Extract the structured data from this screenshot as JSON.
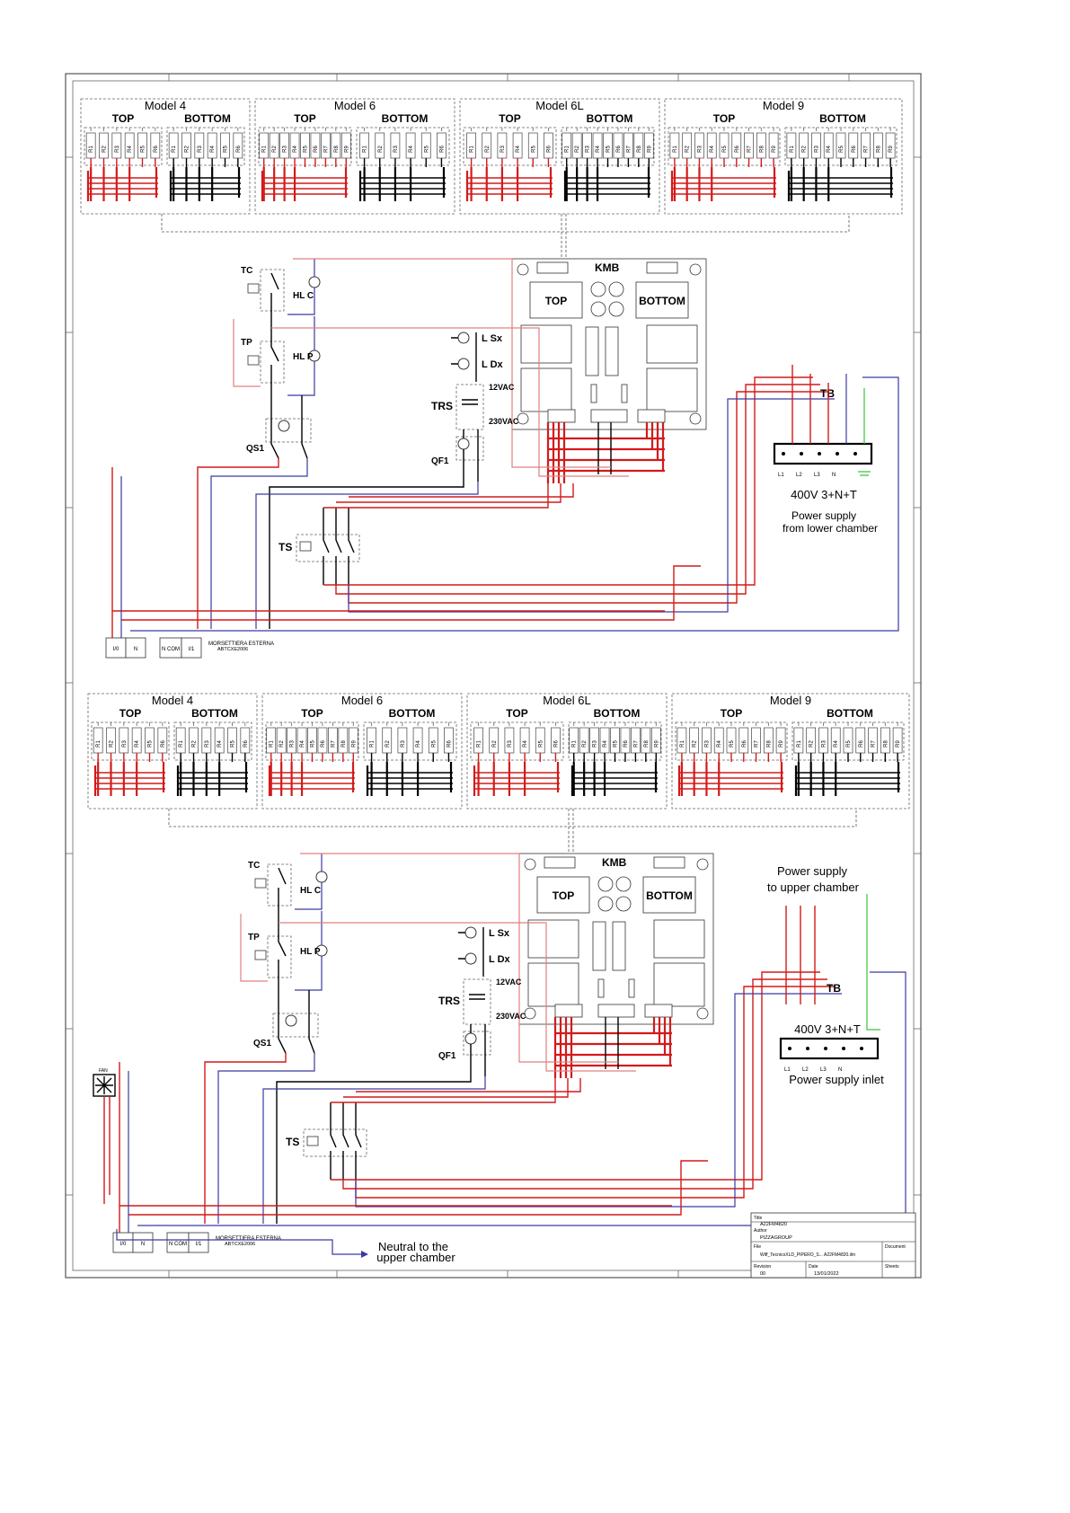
{
  "upper": {
    "models": [
      {
        "title": "Model 4",
        "top": "TOP",
        "bottom": "BOTTOM",
        "top_res": [
          "R1",
          "R2",
          "R3",
          "R4",
          "R5",
          "R6"
        ],
        "bottom_res": [
          "R1",
          "R2",
          "R3",
          "R4",
          "R5",
          "R6"
        ]
      },
      {
        "title": "Model 6",
        "top": "TOP",
        "bottom": "BOTTOM",
        "top_res": [
          "R1",
          "R2",
          "R3",
          "R4",
          "R5",
          "R6",
          "R7",
          "R8",
          "R9"
        ],
        "bottom_res": [
          "R1",
          "R2",
          "R3",
          "R4",
          "R5",
          "R6"
        ]
      },
      {
        "title": "Model 6L",
        "top": "TOP",
        "bottom": "BOTTOM",
        "top_res": [
          "R1",
          "R2",
          "R3",
          "R4",
          "R5",
          "R6"
        ],
        "bottom_res": [
          "R1",
          "R2",
          "R3",
          "R4",
          "R5",
          "R6",
          "R7",
          "R8",
          "R9"
        ]
      },
      {
        "title": "Model 9",
        "top": "TOP",
        "bottom": "BOTTOM",
        "top_res": [
          "R1",
          "R2",
          "R3",
          "R4",
          "R5",
          "R6",
          "R7",
          "R8",
          "R9"
        ],
        "bottom_res": [
          "R1",
          "R2",
          "R3",
          "R4",
          "R5",
          "R6",
          "R7",
          "R8",
          "R9"
        ]
      }
    ],
    "kmb": {
      "title": "KMB",
      "top": "TOP",
      "bottom": "BOTTOM"
    },
    "components": {
      "tc": "TC",
      "hlc": "HL C",
      "tp": "TP",
      "hlp": "HL P",
      "lsx": "L Sx",
      "ldx": "L Dx",
      "trs": "TRS",
      "v12": "12VAC",
      "v230": "230VAC",
      "qs1": "QS1",
      "qf1": "QF1",
      "ts": "TS",
      "tb": "TB"
    },
    "supply": {
      "voltage": "400V 3+N+T",
      "line1": "Power supply",
      "line2": "from lower chamber",
      "phases": [
        "L1",
        "L2",
        "L3",
        "N"
      ]
    },
    "terminal": {
      "cells": [
        "I/0",
        "N",
        "N COM",
        "I/1"
      ],
      "label1": "MORSETTIERA ESTERNA",
      "label2": "ABTCXE2006"
    }
  },
  "lower": {
    "models": [
      {
        "title": "Model 4",
        "top": "TOP",
        "bottom": "BOTTOM",
        "top_res": [
          "R1",
          "R2",
          "R3",
          "R4",
          "R5",
          "R6"
        ],
        "bottom_res": [
          "R1",
          "R2",
          "R3",
          "R4",
          "R5",
          "R6"
        ]
      },
      {
        "title": "Model 6",
        "top": "TOP",
        "bottom": "BOTTOM",
        "top_res": [
          "R1",
          "R2",
          "R3",
          "R4",
          "R5",
          "R6",
          "R7",
          "R8",
          "R9"
        ],
        "bottom_res": [
          "R1",
          "R2",
          "R3",
          "R4",
          "R5",
          "R6"
        ]
      },
      {
        "title": "Model 6L",
        "top": "TOP",
        "bottom": "BOTTOM",
        "top_res": [
          "R1",
          "R2",
          "R3",
          "R4",
          "R5",
          "R6"
        ],
        "bottom_res": [
          "R1",
          "R2",
          "R3",
          "R4",
          "R5",
          "R6",
          "R7",
          "R8",
          "R9"
        ]
      },
      {
        "title": "Model 9",
        "top": "TOP",
        "bottom": "BOTTOM",
        "top_res": [
          "R1",
          "R2",
          "R3",
          "R4",
          "R5",
          "R6",
          "R7",
          "R8",
          "R9"
        ],
        "bottom_res": [
          "R1",
          "R2",
          "R3",
          "R4",
          "R5",
          "R6",
          "R7",
          "R8",
          "R9"
        ]
      }
    ],
    "kmb": {
      "title": "KMB",
      "top": "TOP",
      "bottom": "BOTTOM"
    },
    "components": {
      "tc": "TC",
      "hlc": "HL C",
      "tp": "TP",
      "hlp": "HL P",
      "lsx": "L Sx",
      "ldx": "L Dx",
      "trs": "TRS",
      "v12": "12VAC",
      "v230": "230VAC",
      "qs1": "QS1",
      "qf1": "QF1",
      "ts": "TS",
      "tb": "TB",
      "fan": "FAN"
    },
    "supply": {
      "voltage": "400V 3+N+T",
      "inlet": "Power supply inlet",
      "upper_line1": "Power supply",
      "upper_line2": "to upper chamber",
      "phases": [
        "L1",
        "L2",
        "L3",
        "N"
      ]
    },
    "terminal": {
      "cells": [
        "I/0",
        "N",
        "N COM",
        "I/1"
      ],
      "label1": "MORSETTIERA ESTERNA",
      "label2": "ABTCXE2006"
    },
    "neutral_line1": "Neutral to the",
    "neutral_line2": "upper chamber"
  },
  "title_block": {
    "title_label": "Title",
    "title_value": "A22FM4820",
    "author_label": "Author",
    "author_value": "PIZZAGROUP",
    "file_label": "File",
    "file_value": "Wiff_TecnicoXLD_PIPERO_S... A22FM4820.ilm",
    "document_label": "Document",
    "revision_label": "Revision",
    "revision_value": "00",
    "date_label": "Date",
    "date_value": "13/01/2022",
    "sheets_label": "Sheets"
  },
  "colors": {
    "phase": "#d31a1a",
    "neutral": "#3a3aa0",
    "control": "#e08080",
    "earth": "#3ac43a",
    "wire": "#000000"
  }
}
